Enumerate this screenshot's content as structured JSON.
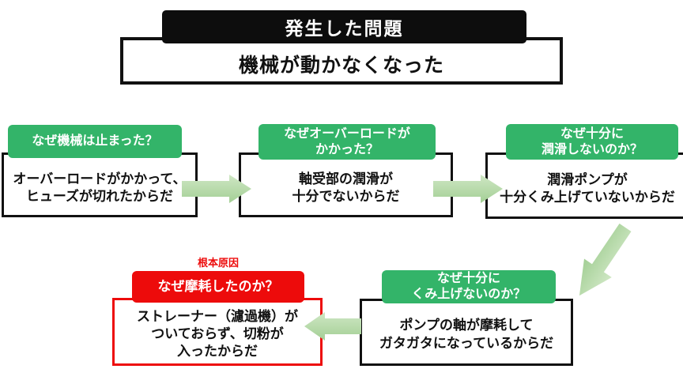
{
  "title": {
    "header": "発生した問題",
    "problem": "機械が動かなくなった"
  },
  "root_cause_label": "根本原因",
  "whys": [
    {
      "question": "なぜ機械は止まった？",
      "answer": "オーバーロードがかかって、\nヒューズが切れたからだ"
    },
    {
      "question": "なぜオーバーロードが\nかかった？",
      "answer": "軸受部の潤滑が\n十分でないからだ"
    },
    {
      "question": "なぜ十分に\n潤滑しないのか？",
      "answer": "潤滑ポンプが\n十分くみ上げていないからだ"
    },
    {
      "question": "なぜ十分に\nくみ上げないのか？",
      "answer": "ポンプの軸が摩耗して\nガタガタになっているからだ"
    },
    {
      "question": "なぜ摩耗したのか？",
      "answer": "ストレーナー（濾過機）が\nついておらず、切粉が\n入ったからだ",
      "is_root_cause": true
    }
  ],
  "colors": {
    "header_green": "#33b469",
    "root_red": "#ed0b0b",
    "arrow_green_light": "#cfe7c4",
    "arrow_green_dark": "#a3cf95",
    "title_black": "#0d0d0d"
  }
}
